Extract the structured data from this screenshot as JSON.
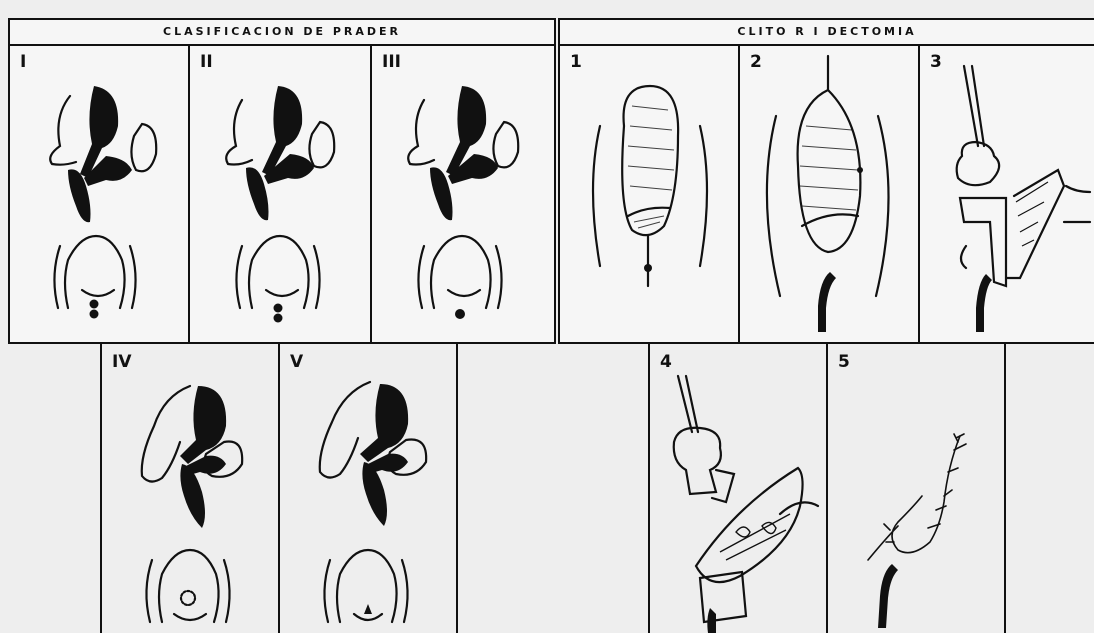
{
  "left_panel": {
    "title": "CLASIFICACION  DE  PRADER",
    "stages": [
      "I",
      "II",
      "III",
      "IV",
      "V"
    ]
  },
  "right_panel": {
    "title": "CLITO R I DECTOMIA",
    "steps": [
      "1",
      "2",
      "3",
      "4",
      "5"
    ]
  },
  "colors": {
    "ink": "#111111",
    "paper": "#f6f6f6"
  }
}
